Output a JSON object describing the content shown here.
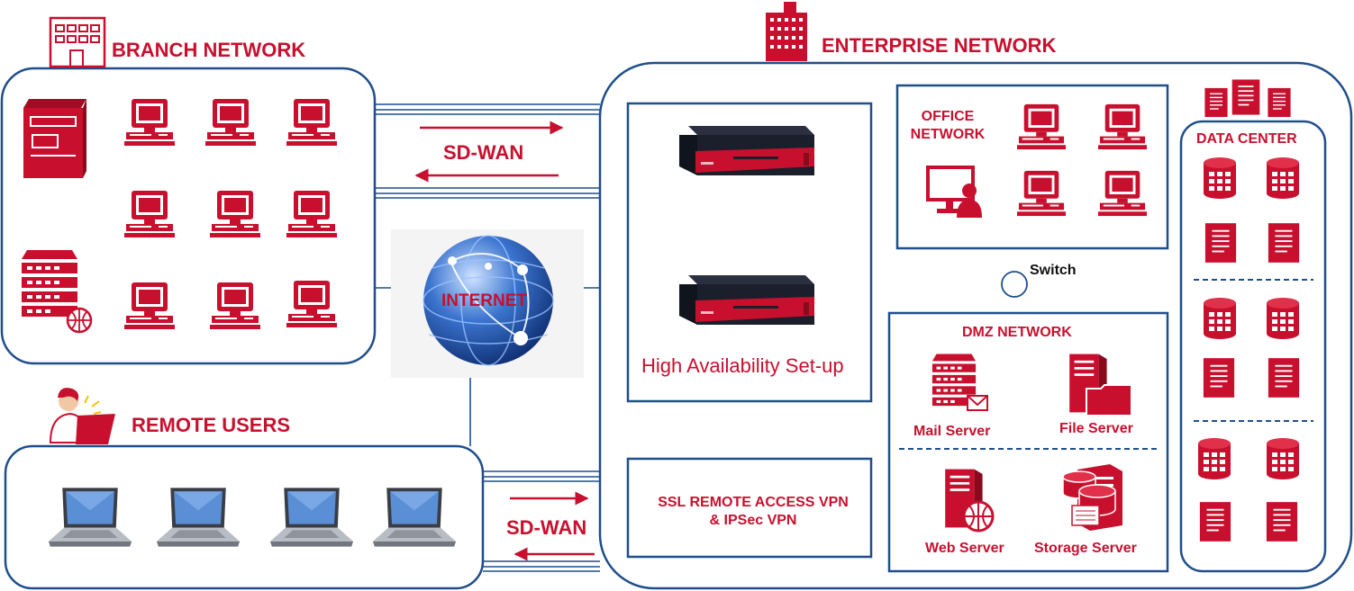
{
  "colors": {
    "brand_red": "#c8102e",
    "frame_blue": "#1f4e8c",
    "server_dark": "#1a1f2b",
    "globe_blue": "#2a5fb8"
  },
  "branch": {
    "title": "BRANCH NETWORK",
    "icon": "building-icon"
  },
  "enterprise": {
    "title": "ENTERPRISE NETWORK",
    "icon": "skyscraper-icon"
  },
  "remote": {
    "title": "REMOTE USERS",
    "icon": "remote-worker-icon"
  },
  "sdwan_top": {
    "label": "SD-WAN"
  },
  "sdwan_bottom": {
    "label": "SD-WAN"
  },
  "internet": {
    "label": "INTERNET",
    "icon": "globe-icon"
  },
  "ha": {
    "label": "High Availability Set-up",
    "icon": "rack-appliance-icon"
  },
  "vpn": {
    "line1": "SSL REMOTE ACCESS VPN",
    "line2": "& IPSec VPN"
  },
  "office": {
    "line1": "OFFICE",
    "line2": "NETWORK",
    "icon": "desktop-computer-icon"
  },
  "switch": {
    "label": "Switch"
  },
  "dmz": {
    "title": "DMZ NETWORK",
    "servers": [
      {
        "label": "Mail Server",
        "icon": "mail-server-icon"
      },
      {
        "label": "File Server",
        "icon": "file-server-icon"
      },
      {
        "label": "Web Server",
        "icon": "web-server-icon"
      },
      {
        "label": "Storage Server",
        "icon": "storage-server-icon"
      }
    ]
  },
  "datacenter": {
    "title": "DATA CENTER",
    "icon": "database-icon"
  }
}
